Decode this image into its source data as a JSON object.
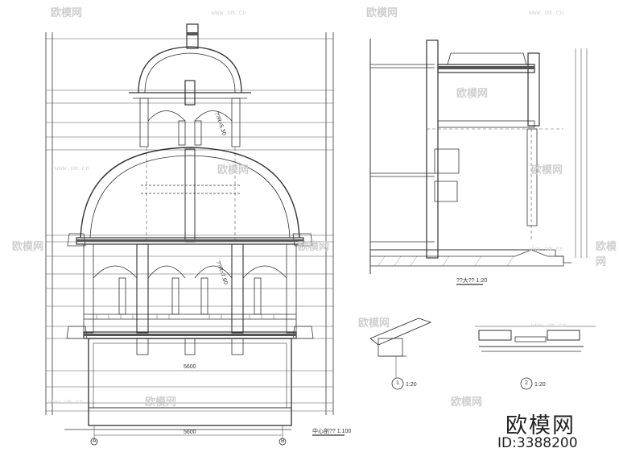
{
  "watermark": {
    "logo_text": "欧模网",
    "url_text": "www.om.cn"
  },
  "brand": {
    "name": "欧模网",
    "id_label": "ID:3388200"
  },
  "captions": {
    "main_section": "中心剖??",
    "main_scale": "1:100",
    "detail_section": "??大??",
    "detail_scale": "1:20",
    "detail_1": "1:20",
    "detail_2": "1:20",
    "detail_1_num": "1",
    "detail_2_num": "2"
  },
  "labels": {
    "upper_dome_note": "??R=5.30",
    "lower_dome_note": "??R=7.60",
    "dim_width": "5600",
    "dim_bottom": "5600",
    "axis_left": "A",
    "axis_right": "B"
  }
}
